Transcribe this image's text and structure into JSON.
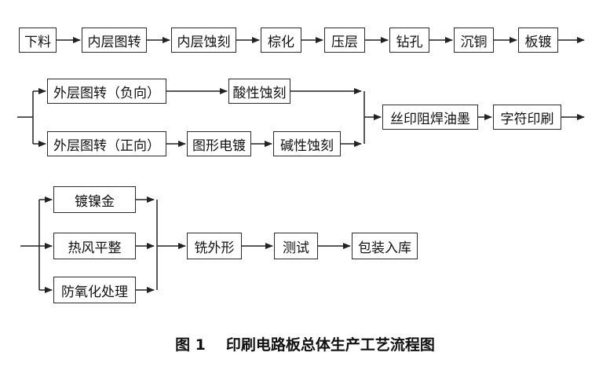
{
  "row1": [
    "下料",
    "内层图转",
    "内层蚀刻",
    "棕化",
    "压层",
    "钻孔",
    "沉铜",
    "板镀"
  ],
  "row2": {
    "negative_transfer": "外层图转（负向）",
    "acid_etch": "酸性蚀刻",
    "positive_transfer": "外层图转（正向）",
    "pattern_plating": "图形电镀",
    "alkaline_etch": "碱性蚀刻",
    "solder_mask": "丝印阻焊油墨",
    "legend_print": "字符印刷"
  },
  "row3": {
    "finish_options": [
      "镀镍金",
      "热风平整",
      "防氧化处理"
    ],
    "routing": "铣外形",
    "test": "测试",
    "packing": "包装入库"
  },
  "caption": {
    "figure_no": "图 1",
    "title": "印刷电路板总体生产工艺流程图"
  }
}
